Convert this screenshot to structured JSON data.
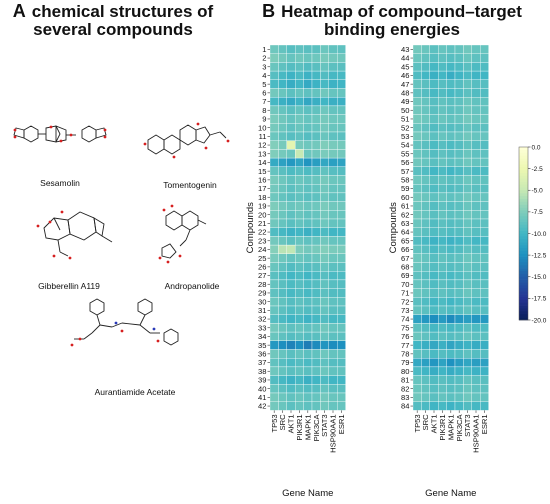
{
  "panel_a": {
    "letter": "A",
    "title_line1": "chemical structures of",
    "title_line2": "several compounds",
    "structures": [
      {
        "name": "Sesamolin"
      },
      {
        "name": "Tomentogenin"
      },
      {
        "name": "Gibberellin A119"
      },
      {
        "name": "Andropanolide"
      },
      {
        "name": "Aurantiamide Acetate"
      }
    ]
  },
  "panel_b": {
    "letter": "B",
    "title_line1": "Heatmap of compound–target",
    "title_line2": "binding energies"
  },
  "colors": {
    "scale": [
      "#ffffd9",
      "#edf8b1",
      "#c7e9b4",
      "#7fcdbb",
      "#41b6c4",
      "#1d91c0",
      "#225ea8",
      "#253494",
      "#081d58"
    ]
  },
  "chart_data": [
    {
      "type": "heatmap",
      "title": "",
      "xlabel": "Gene Name",
      "ylabel": "Compounds",
      "x": [
        "TP53",
        "SRC",
        "AKT1",
        "PIK3R1",
        "MAPK1",
        "PIK3CA",
        "STAT3",
        "HSP90AA1",
        "ESR1"
      ],
      "y": [
        "1",
        "2",
        "3",
        "4",
        "5",
        "6",
        "7",
        "8",
        "9",
        "10",
        "11",
        "12",
        "13",
        "14",
        "15",
        "16",
        "17",
        "18",
        "19",
        "20",
        "21",
        "22",
        "23",
        "24",
        "25",
        "26",
        "27",
        "28",
        "29",
        "30",
        "31",
        "32",
        "33",
        "34",
        "35",
        "36",
        "37",
        "38",
        "39",
        "40",
        "41",
        "42"
      ],
      "colorbar": {
        "min": -20.0,
        "max": 0.0,
        "ticks": [
          0.0,
          -2.5,
          -5.0,
          -7.5,
          -10.0,
          -12.5,
          -15.0,
          -17.5,
          -20.0
        ]
      },
      "values": [
        [
          -8.2,
          -8.6,
          -9.1,
          -8.8,
          -9.0,
          -8.9,
          -8.3,
          -8.7,
          -8.8
        ],
        [
          -7.6,
          -8.0,
          -8.5,
          -8.1,
          -8.4,
          -8.2,
          -7.8,
          -8.0,
          -8.1
        ],
        [
          -8.4,
          -8.8,
          -9.2,
          -8.9,
          -9.3,
          -9.0,
          -8.5,
          -8.9,
          -9.0
        ],
        [
          -9.1,
          -9.7,
          -10.2,
          -9.6,
          -10.3,
          -9.8,
          -9.3,
          -9.8,
          -9.7
        ],
        [
          -9.6,
          -10.0,
          -10.6,
          -10.0,
          -10.8,
          -10.2,
          -9.7,
          -10.3,
          -10.1
        ],
        [
          -8.0,
          -8.4,
          -8.9,
          -8.5,
          -8.8,
          -8.6,
          -8.1,
          -8.5,
          -8.5
        ],
        [
          -9.8,
          -10.4,
          -10.9,
          -10.2,
          -11.0,
          -10.5,
          -10.0,
          -10.5,
          -10.4
        ],
        [
          -8.1,
          -8.5,
          -9.0,
          -8.6,
          -8.9,
          -8.7,
          -8.2,
          -8.6,
          -8.6
        ],
        [
          -7.7,
          -8.1,
          -8.6,
          -8.2,
          -8.5,
          -8.3,
          -7.9,
          -8.2,
          -8.2
        ],
        [
          -7.9,
          -8.3,
          -8.8,
          -8.4,
          -8.7,
          -8.5,
          -8.0,
          -8.4,
          -8.4
        ],
        [
          -8.3,
          -8.7,
          -9.1,
          -8.8,
          -9.2,
          -8.9,
          -8.4,
          -8.8,
          -8.9
        ],
        [
          -7.4,
          -7.8,
          -3.0,
          -7.9,
          -8.2,
          -8.0,
          -7.5,
          -7.8,
          -7.9
        ],
        [
          -7.5,
          -7.9,
          -8.3,
          -5.0,
          -8.3,
          -8.1,
          -7.7,
          -7.9,
          -8.0
        ],
        [
          -10.8,
          -11.4,
          -12.0,
          -11.2,
          -12.2,
          -11.6,
          -11.0,
          -11.5,
          -11.3
        ],
        [
          -8.6,
          -9.0,
          -9.5,
          -9.1,
          -9.5,
          -9.2,
          -8.7,
          -9.1,
          -9.2
        ],
        [
          -7.8,
          -8.2,
          -8.7,
          -8.3,
          -8.6,
          -8.4,
          -7.9,
          -8.3,
          -8.3
        ],
        [
          -8.0,
          -8.4,
          -8.9,
          -8.5,
          -8.8,
          -8.6,
          -8.1,
          -8.5,
          -8.5
        ],
        [
          -8.2,
          -8.6,
          -9.0,
          -8.7,
          -9.0,
          -8.8,
          -8.3,
          -8.7,
          -8.7
        ],
        [
          -7.6,
          -8.0,
          -8.4,
          -8.1,
          -8.4,
          -8.2,
          -7.7,
          -8.1,
          -8.1
        ],
        [
          -7.9,
          -8.3,
          -8.8,
          -8.4,
          -8.7,
          -8.5,
          -8.0,
          -8.4,
          -8.4
        ],
        [
          -8.1,
          -8.5,
          -9.0,
          -8.6,
          -8.9,
          -8.7,
          -8.2,
          -8.6,
          -8.6
        ],
        [
          -9.4,
          -9.8,
          -10.3,
          -9.9,
          -10.4,
          -10.0,
          -9.5,
          -10.0,
          -9.9
        ],
        [
          -8.0,
          -8.4,
          -8.9,
          -8.5,
          -8.8,
          -8.6,
          -8.1,
          -8.5,
          -8.5
        ],
        [
          -7.3,
          -5.5,
          -5.2,
          -7.6,
          -8.0,
          -7.8,
          -7.4,
          -7.7,
          -7.7
        ],
        [
          -7.8,
          -8.2,
          -8.6,
          -8.3,
          -8.6,
          -8.4,
          -7.9,
          -8.3,
          -8.3
        ],
        [
          -8.4,
          -8.8,
          -9.3,
          -8.9,
          -9.2,
          -9.0,
          -8.5,
          -8.9,
          -8.9
        ],
        [
          -9.0,
          -9.4,
          -9.9,
          -9.5,
          -10.0,
          -9.6,
          -9.1,
          -9.6,
          -9.5
        ],
        [
          -8.6,
          -9.0,
          -9.5,
          -9.1,
          -9.5,
          -9.2,
          -8.7,
          -9.1,
          -9.2
        ],
        [
          -8.8,
          -9.2,
          -9.7,
          -9.3,
          -9.7,
          -9.4,
          -8.9,
          -9.3,
          -9.3
        ],
        [
          -8.3,
          -8.7,
          -9.2,
          -8.8,
          -9.1,
          -8.9,
          -8.4,
          -8.8,
          -8.8
        ],
        [
          -8.5,
          -8.9,
          -9.4,
          -9.0,
          -9.3,
          -9.1,
          -8.6,
          -9.0,
          -9.0
        ],
        [
          -9.2,
          -9.6,
          -10.1,
          -9.7,
          -10.2,
          -9.8,
          -9.3,
          -9.8,
          -9.7
        ],
        [
          -8.0,
          -8.4,
          -8.8,
          -8.5,
          -8.8,
          -8.6,
          -8.1,
          -8.5,
          -8.5
        ],
        [
          -8.4,
          -8.8,
          -9.2,
          -8.9,
          -9.2,
          -9.0,
          -8.5,
          -8.9,
          -8.9
        ],
        [
          -12.0,
          -12.6,
          -13.2,
          -12.5,
          -13.5,
          -12.8,
          -12.2,
          -12.7,
          -12.5
        ],
        [
          -8.1,
          -8.5,
          -9.0,
          -8.6,
          -8.9,
          -8.7,
          -8.2,
          -8.6,
          -8.6
        ],
        [
          -8.7,
          -9.1,
          -9.6,
          -9.2,
          -9.6,
          -9.3,
          -8.8,
          -9.2,
          -9.2
        ],
        [
          -8.2,
          -8.6,
          -9.0,
          -8.7,
          -9.0,
          -8.8,
          -8.3,
          -8.7,
          -8.7
        ],
        [
          -9.3,
          -9.8,
          -10.3,
          -9.8,
          -10.4,
          -10.0,
          -9.5,
          -10.0,
          -9.9
        ],
        [
          -8.5,
          -8.9,
          -9.4,
          -9.0,
          -9.3,
          -9.1,
          -8.6,
          -9.0,
          -9.0
        ],
        [
          -7.9,
          -8.3,
          -8.7,
          -8.4,
          -8.7,
          -8.5,
          -8.0,
          -8.4,
          -8.4
        ],
        [
          -8.0,
          -8.4,
          -8.9,
          -8.5,
          -8.8,
          -8.6,
          -8.1,
          -8.5,
          -8.5
        ]
      ]
    },
    {
      "type": "heatmap",
      "title": "",
      "xlabel": "Gene Name",
      "ylabel": "Compounds",
      "x": [
        "TP53",
        "SRC",
        "AKT1",
        "PIK3R1",
        "MAPK1",
        "PIK3CA",
        "STAT3",
        "HSP90AA1",
        "ESR1"
      ],
      "y": [
        "43",
        "44",
        "45",
        "46",
        "47",
        "48",
        "49",
        "50",
        "51",
        "52",
        "53",
        "54",
        "55",
        "56",
        "57",
        "58",
        "59",
        "60",
        "61",
        "62",
        "63",
        "64",
        "65",
        "66",
        "67",
        "68",
        "69",
        "70",
        "71",
        "72",
        "73",
        "74",
        "75",
        "76",
        "77",
        "78",
        "79",
        "80",
        "81",
        "82",
        "83",
        "84"
      ],
      "values": [
        [
          -8.0,
          -8.4,
          -8.9,
          -8.5,
          -8.8,
          -8.6,
          -8.1,
          -8.5,
          -8.5
        ],
        [
          -8.3,
          -8.7,
          -9.1,
          -8.8,
          -9.1,
          -8.9,
          -8.4,
          -8.8,
          -8.8
        ],
        [
          -8.9,
          -9.3,
          -9.8,
          -9.4,
          -9.8,
          -9.5,
          -9.0,
          -9.5,
          -9.4
        ],
        [
          -9.4,
          -9.9,
          -10.4,
          -9.9,
          -10.6,
          -10.1,
          -9.6,
          -10.1,
          -10.0
        ],
        [
          -8.6,
          -9.0,
          -9.5,
          -9.1,
          -9.4,
          -9.2,
          -8.7,
          -9.1,
          -9.1
        ],
        [
          -8.8,
          -9.2,
          -9.7,
          -9.3,
          -9.7,
          -9.4,
          -8.9,
          -9.3,
          -9.3
        ],
        [
          -8.2,
          -8.6,
          -9.1,
          -8.7,
          -9.0,
          -8.8,
          -8.3,
          -8.7,
          -8.7
        ],
        [
          -8.1,
          -8.5,
          -9.0,
          -8.6,
          -8.9,
          -8.7,
          -8.2,
          -8.6,
          -8.6
        ],
        [
          -7.9,
          -8.3,
          -8.8,
          -8.4,
          -8.7,
          -8.5,
          -8.0,
          -8.4,
          -8.4
        ],
        [
          -8.4,
          -8.8,
          -9.3,
          -8.9,
          -9.2,
          -9.0,
          -8.5,
          -8.9,
          -8.9
        ],
        [
          -8.0,
          -8.4,
          -8.9,
          -8.5,
          -8.8,
          -8.6,
          -8.1,
          -8.5,
          -8.5
        ],
        [
          -8.6,
          -9.0,
          -9.5,
          -9.1,
          -9.5,
          -9.2,
          -8.7,
          -9.1,
          -9.2
        ],
        [
          -8.3,
          -8.7,
          -9.2,
          -8.8,
          -9.1,
          -8.9,
          -8.4,
          -8.8,
          -8.8
        ],
        [
          -8.1,
          -8.5,
          -9.0,
          -8.6,
          -8.9,
          -8.7,
          -8.2,
          -8.6,
          -8.6
        ],
        [
          -9.0,
          -9.4,
          -9.9,
          -9.5,
          -10.0,
          -9.6,
          -9.1,
          -9.6,
          -9.5
        ],
        [
          -8.2,
          -8.6,
          -9.0,
          -8.7,
          -9.0,
          -8.8,
          -8.3,
          -8.7,
          -8.7
        ],
        [
          -8.5,
          -8.9,
          -9.4,
          -9.0,
          -9.3,
          -9.1,
          -8.6,
          -9.0,
          -9.0
        ],
        [
          -8.0,
          -8.4,
          -8.8,
          -8.5,
          -8.8,
          -8.6,
          -8.1,
          -8.5,
          -8.5
        ],
        [
          -8.3,
          -8.7,
          -9.2,
          -8.8,
          -9.1,
          -8.9,
          -8.4,
          -8.8,
          -8.8
        ],
        [
          -8.1,
          -8.5,
          -9.0,
          -8.6,
          -8.9,
          -8.7,
          -8.2,
          -8.6,
          -8.6
        ],
        [
          -8.4,
          -8.8,
          -9.3,
          -8.9,
          -9.2,
          -9.0,
          -8.5,
          -8.9,
          -8.9
        ],
        [
          -8.6,
          -9.0,
          -9.4,
          -9.1,
          -9.4,
          -9.2,
          -8.7,
          -9.1,
          -9.1
        ],
        [
          -9.3,
          -9.7,
          -10.2,
          -9.8,
          -10.3,
          -9.9,
          -9.4,
          -9.9,
          -9.8
        ],
        [
          -8.7,
          -9.1,
          -9.6,
          -9.2,
          -9.6,
          -9.3,
          -8.8,
          -9.2,
          -9.2
        ],
        [
          -8.2,
          -8.6,
          -9.1,
          -8.7,
          -9.0,
          -8.8,
          -8.3,
          -8.7,
          -8.7
        ],
        [
          -8.4,
          -8.8,
          -9.2,
          -8.9,
          -9.2,
          -9.0,
          -8.5,
          -8.9,
          -8.9
        ],
        [
          -8.8,
          -9.2,
          -9.7,
          -9.3,
          -9.7,
          -9.4,
          -8.9,
          -9.3,
          -9.3
        ],
        [
          -8.5,
          -8.9,
          -9.4,
          -9.0,
          -9.3,
          -9.1,
          -8.6,
          -9.0,
          -9.0
        ],
        [
          -8.3,
          -8.7,
          -9.1,
          -8.8,
          -9.1,
          -8.9,
          -8.4,
          -8.8,
          -8.8
        ],
        [
          -9.0,
          -9.4,
          -9.9,
          -9.5,
          -10.0,
          -9.6,
          -9.1,
          -9.6,
          -9.5
        ],
        [
          -8.6,
          -9.0,
          -9.5,
          -9.1,
          -9.4,
          -9.2,
          -8.7,
          -9.1,
          -9.1
        ],
        [
          -11.4,
          -12.0,
          -12.6,
          -11.8,
          -12.8,
          -12.1,
          -11.6,
          -12.1,
          -11.9
        ],
        [
          -8.9,
          -9.3,
          -9.8,
          -9.4,
          -9.8,
          -9.5,
          -9.0,
          -9.5,
          -9.4
        ],
        [
          -8.4,
          -8.8,
          -9.3,
          -8.9,
          -9.2,
          -9.0,
          -8.5,
          -8.9,
          -8.9
        ],
        [
          -10.0,
          -10.5,
          -11.0,
          -10.4,
          -11.2,
          -10.7,
          -10.2,
          -10.7,
          -10.5
        ],
        [
          -8.7,
          -9.1,
          -9.6,
          -9.2,
          -9.5,
          -9.3,
          -8.8,
          -9.2,
          -9.2
        ],
        [
          -10.9,
          -11.5,
          -12.1,
          -11.3,
          -12.4,
          -11.7,
          -11.1,
          -11.6,
          -11.4
        ],
        [
          -9.6,
          -10.1,
          -10.6,
          -10.1,
          -10.7,
          -10.3,
          -9.8,
          -10.3,
          -10.2
        ],
        [
          -8.5,
          -8.9,
          -9.3,
          -9.0,
          -9.3,
          -9.1,
          -8.6,
          -9.0,
          -9.0
        ],
        [
          -8.3,
          -8.7,
          -9.1,
          -8.8,
          -9.1,
          -8.9,
          -8.4,
          -8.8,
          -8.8
        ],
        [
          -8.1,
          -8.5,
          -9.0,
          -8.6,
          -8.9,
          -8.7,
          -8.2,
          -8.6,
          -8.6
        ],
        [
          -9.2,
          -9.6,
          -10.1,
          -9.7,
          -10.2,
          -9.8,
          -9.3,
          -9.8,
          -9.7
        ]
      ]
    }
  ]
}
